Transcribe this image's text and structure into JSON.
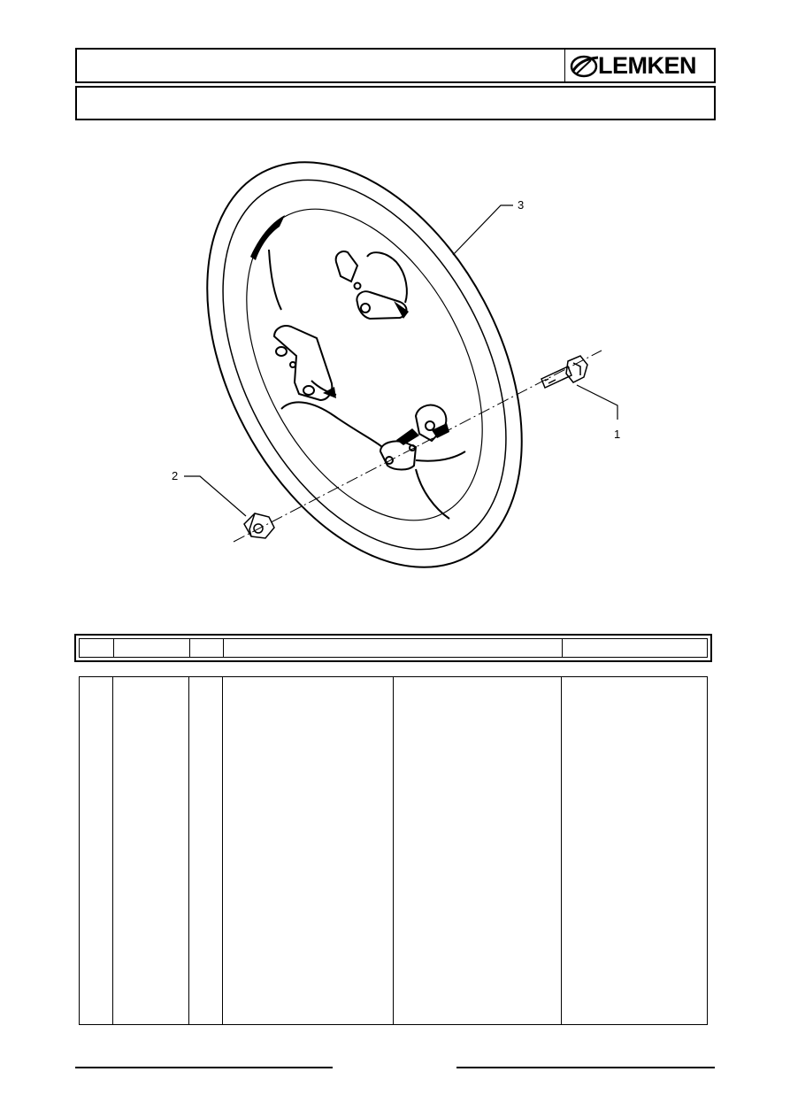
{
  "header": {
    "brand": "LEMKEN",
    "title_line_1": "",
    "title_line_2": ""
  },
  "diagram": {
    "callouts": [
      {
        "number": "1"
      },
      {
        "number": "2"
      },
      {
        "number": "3"
      }
    ]
  },
  "parts_table": {
    "header_cells": [
      "",
      "",
      "",
      "",
      ""
    ],
    "rows": []
  },
  "footer": {
    "left_text": "",
    "right_text": ""
  }
}
